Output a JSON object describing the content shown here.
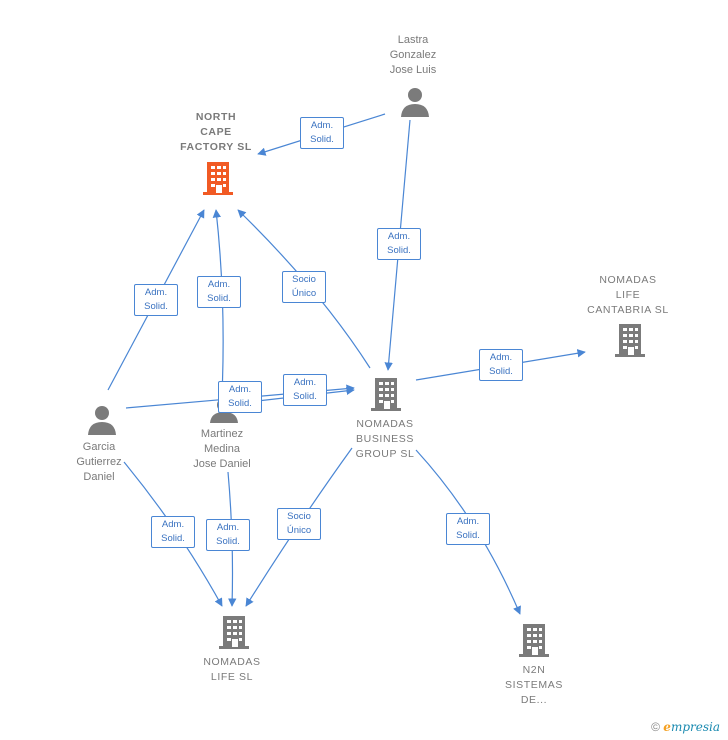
{
  "nodes": {
    "north_cape": {
      "label": "NORTH\nCAPE\nFACTORY  SL",
      "type": "company",
      "color": "#f15a24"
    },
    "lastra": {
      "label": "Lastra\nGonzalez\nJose Luis",
      "type": "person"
    },
    "nomadas_cantabria": {
      "label": "NOMADAS\nLIFE\nCANTABRIA  SL",
      "type": "company"
    },
    "nomadas_business": {
      "label": "NOMADAS\nBUSINESS\nGROUP  SL",
      "type": "company"
    },
    "garcia": {
      "label": "Garcia\nGutierrez\nDaniel",
      "type": "person"
    },
    "martinez": {
      "label": "Martinez\nMedina\nJose Daniel",
      "type": "person"
    },
    "nomadas_life": {
      "label": "NOMADAS\nLIFE  SL",
      "type": "company"
    },
    "n2n": {
      "label": "N2N\nSISTEMAS\nDE...",
      "type": "company"
    }
  },
  "edges": [
    {
      "id": "e1",
      "label": "Adm.\nSolid."
    },
    {
      "id": "e2",
      "label": "Adm.\nSolid."
    },
    {
      "id": "e3",
      "label": "Socio\nÚnico"
    },
    {
      "id": "e4",
      "label": "Adm.\nSolid."
    },
    {
      "id": "e5",
      "label": "Adm.\nSolid."
    },
    {
      "id": "e6",
      "label": "Adm.\nSolid."
    },
    {
      "id": "e7",
      "label": "Adm.\nSolid."
    },
    {
      "id": "e8",
      "label": "Adm.\nSolid."
    },
    {
      "id": "e9",
      "label": "Adm.\nSolid."
    },
    {
      "id": "e10",
      "label": "Adm.\nSolid."
    },
    {
      "id": "e11",
      "label": "Socio\nÚnico"
    },
    {
      "id": "e12",
      "label": "Adm.\nSolid."
    }
  ],
  "colors": {
    "edge": "#4a86d4",
    "icon": "#7b7b7b",
    "highlight": "#f15a24"
  },
  "footer": {
    "copyright": "©",
    "brand_e": "e",
    "brand_rest": "mpresia"
  }
}
